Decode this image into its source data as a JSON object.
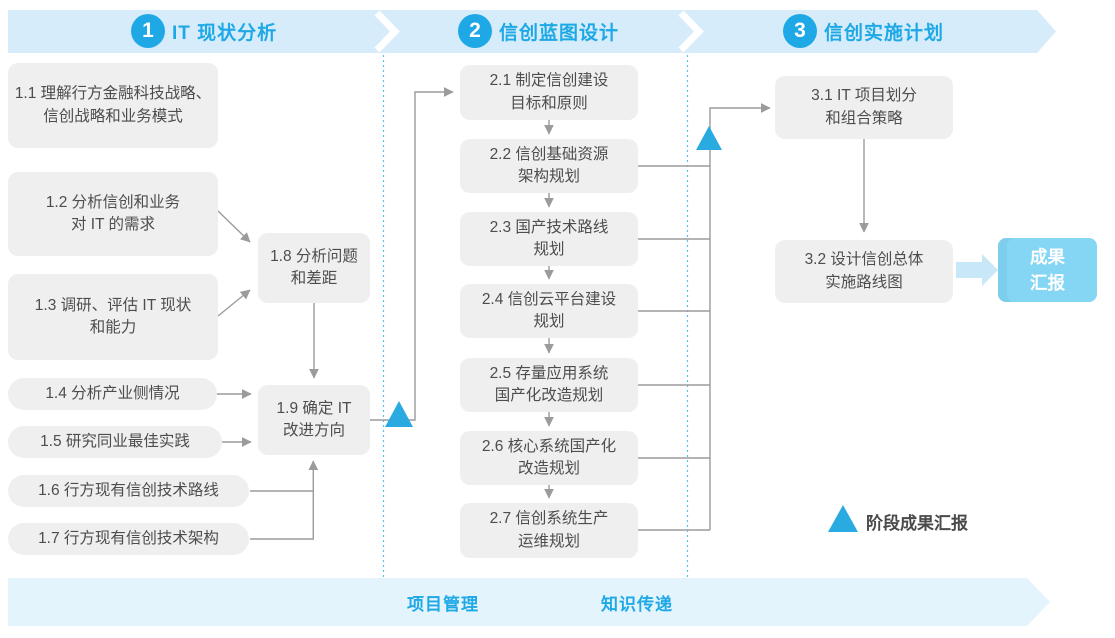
{
  "phases": [
    {
      "number": "1",
      "title": "IT 现状分析"
    },
    {
      "number": "2",
      "title": "信创蓝图设计"
    },
    {
      "number": "3",
      "title": "信创实施计划"
    }
  ],
  "phase1_boxes": [
    {
      "text": "1.1 理解行方金融科技战略、\n信创战略和业务模式"
    },
    {
      "text": "1.2 分析信创和业务\n对 IT 的需求"
    },
    {
      "text": "1.3 调研、评估 IT 现状\n和能力"
    },
    {
      "text": "1.4 分析产业侧情况"
    },
    {
      "text": "1.5 研究同业最佳实践"
    },
    {
      "text": "1.6 行方现有信创技术路线"
    },
    {
      "text": "1.7 行方现有信创技术架构"
    },
    {
      "text": "1.8 分析问题\n和差距"
    },
    {
      "text": "1.9 确定 IT\n改进方向"
    }
  ],
  "phase2_boxes": [
    {
      "text": "2.1 制定信创建设\n目标和原则"
    },
    {
      "text": "2.2 信创基础资源\n架构规划"
    },
    {
      "text": "2.3 国产技术路线\n规划"
    },
    {
      "text": "2.4 信创云平台建设\n规划"
    },
    {
      "text": "2.5 存量应用系统\n国产化改造规划"
    },
    {
      "text": "2.6 核心系统国产化\n改造规划"
    },
    {
      "text": "2.7 信创系统生产\n运维规划"
    }
  ],
  "phase3_boxes": [
    {
      "text": "3.1 IT 项目划分\n和组合策略"
    },
    {
      "text": "3.2 设计信创总体\n实施路线图"
    }
  ],
  "result_box": {
    "text": "成果\n汇报"
  },
  "legend": {
    "icon": "milestone-triangle-icon",
    "label": "阶段成果汇报"
  },
  "footer": {
    "items": [
      "项目管理",
      "知识传递"
    ]
  },
  "colors": {
    "accent_blue": "#1EA9E6",
    "banner_fill": "#D6ECFA",
    "footer_fill": "#E4F4FC",
    "box_fill": "#EFEFEF",
    "box_text": "#4D4D4D",
    "connector_gray": "#9B9B9B",
    "milestone_blue": "#29ABE2",
    "result_fill": "#85D6F4",
    "result_arrow_fill": "#C8E8F8",
    "divider_dotted_blue": "#54C0EE"
  }
}
